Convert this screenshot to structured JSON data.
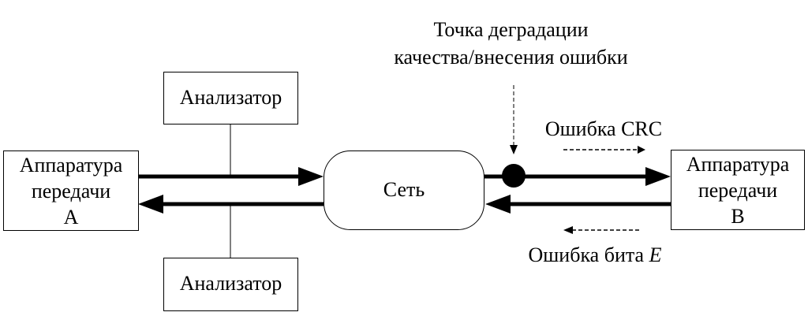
{
  "top_label": {
    "line1": "Точка деградации",
    "line2": "качества/внесения ошибки"
  },
  "analyzer_top": "Анализатор",
  "analyzer_bottom": "Анализатор",
  "equip_a": {
    "line1": "Аппаратура",
    "line2": "передачи",
    "line3": "A"
  },
  "equip_b": {
    "line1": "Аппаратура",
    "line2": "передачи",
    "line3": "B"
  },
  "network": "Сеть",
  "crc_error": "Ошибка CRC",
  "bit_error": {
    "prefix": "Ошибка бита ",
    "var": "E"
  }
}
